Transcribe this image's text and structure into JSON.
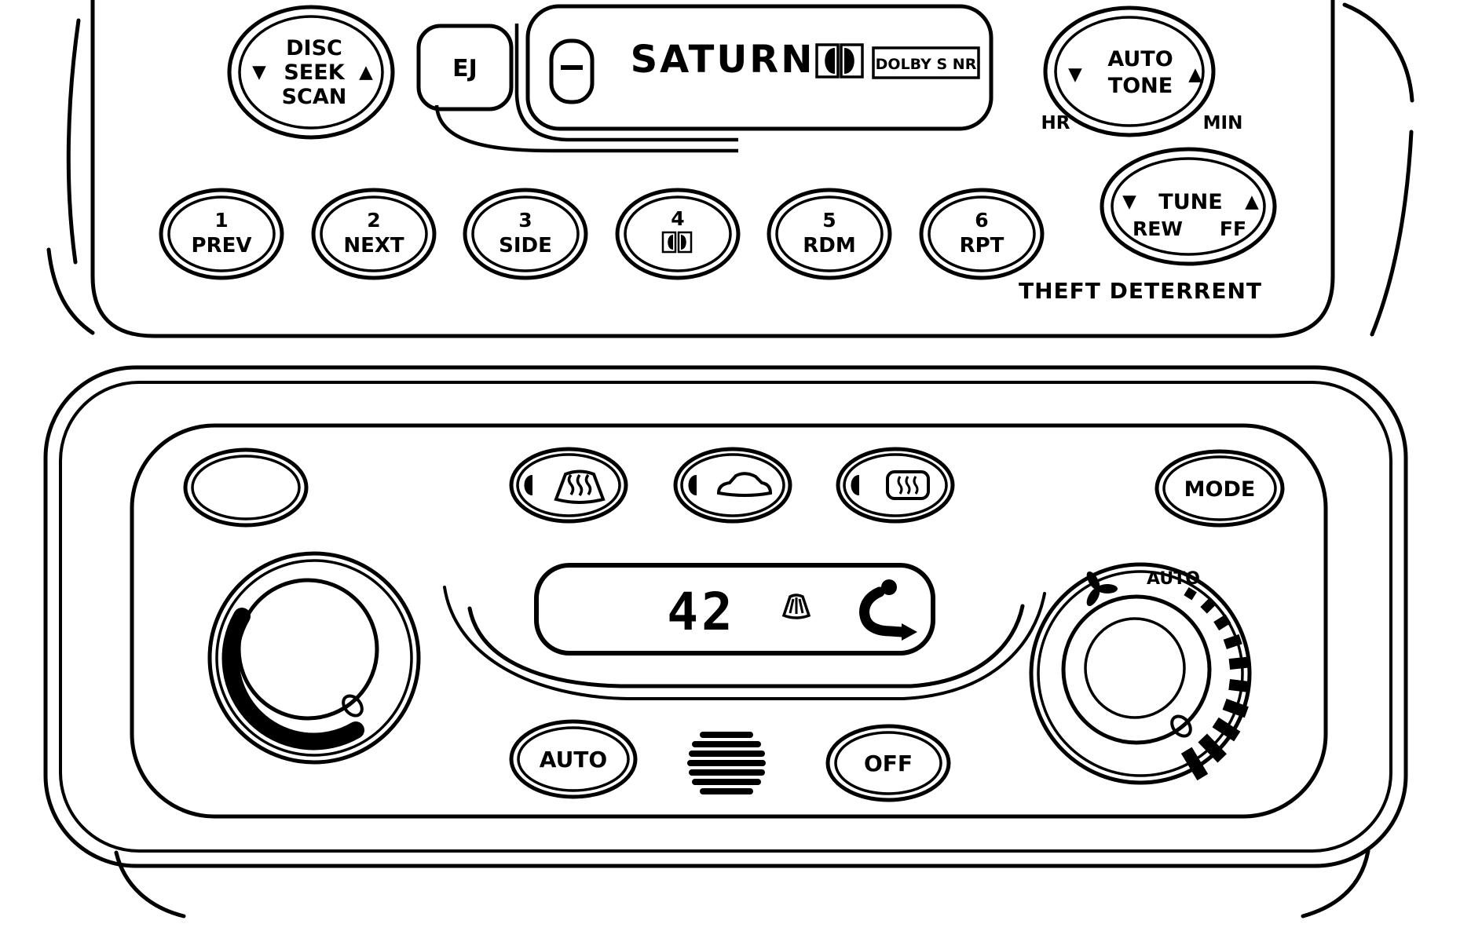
{
  "colors": {
    "line": "#000000",
    "background": "#ffffff"
  },
  "radio": {
    "seek_button": {
      "line1": "DISC",
      "line2": "SEEK",
      "line3": "SCAN",
      "down_arrow": "▼",
      "up_arrow": "▲"
    },
    "eject_button": {
      "label": "EJ"
    },
    "brand": "SATURN",
    "dolby_badge": "DOLBY S NR",
    "tone_button": {
      "line1": "AUTO",
      "line2": "TONE",
      "down_arrow": "▼",
      "up_arrow": "▲"
    },
    "hr_label": "HR",
    "min_label": "MIN",
    "presets": [
      {
        "number": "1",
        "label": "PREV"
      },
      {
        "number": "2",
        "label": "NEXT"
      },
      {
        "number": "3",
        "label": "SIDE"
      },
      {
        "number": "4",
        "label": ""
      },
      {
        "number": "5",
        "label": "RDM"
      },
      {
        "number": "6",
        "label": "RPT"
      }
    ],
    "tune_button": {
      "label": "TUNE",
      "rew": "REW",
      "ff": "FF",
      "down_arrow": "▼",
      "up_arrow": "▲"
    },
    "theft_deterrent": "THEFT DETERRENT"
  },
  "climate": {
    "mode_button": {
      "label": "MODE"
    },
    "display": {
      "temperature": "42"
    },
    "auto_button": {
      "label": "AUTO"
    },
    "off_button": {
      "label": "OFF"
    },
    "fan_knob": {
      "auto_label": "AUTO"
    }
  }
}
